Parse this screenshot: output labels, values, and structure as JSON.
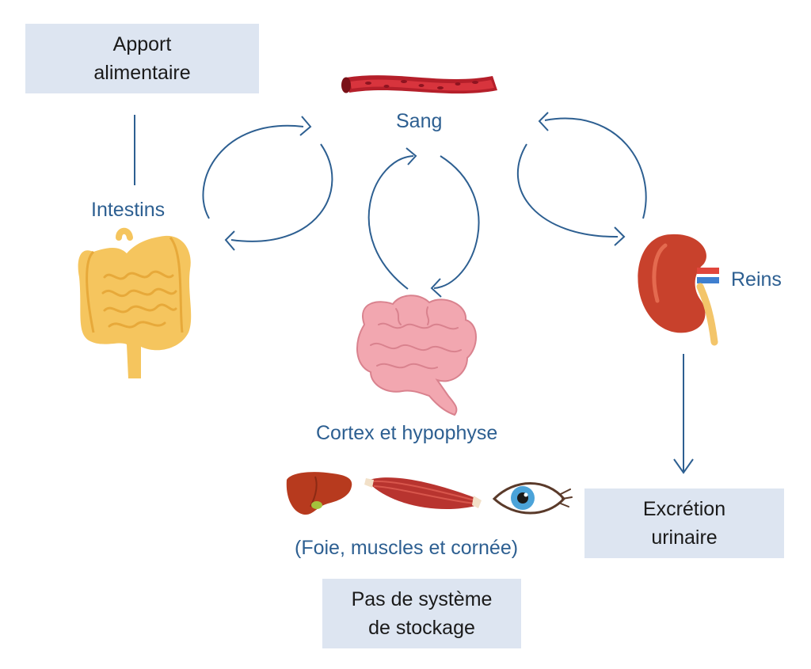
{
  "boxes": {
    "apport": {
      "line1": "Apport",
      "line2": "alimentaire"
    },
    "excretion": {
      "line1": "Excrétion",
      "line2": "urinaire"
    },
    "stockage": {
      "line1": "Pas de système",
      "line2": "de stockage"
    }
  },
  "labels": {
    "sang": "Sang",
    "intestins": "Intestins",
    "reins": "Reins",
    "cortex": "Cortex et hypophyse",
    "tissus": "(Foie, muscles et cornée)"
  },
  "colors": {
    "accent": "#2d5f91",
    "box_bg": "#dde5f1",
    "blood": "#b51f2a",
    "intestine": "#f5c55e",
    "kidney": "#c8412c",
    "brain": "#f2a7b0",
    "liver": "#b73a1e",
    "muscle": "#b8342f",
    "eye_iris": "#4ba3d9"
  },
  "icons": [
    "blood-vessel-icon",
    "intestine-icon",
    "kidney-icon",
    "brain-icon",
    "liver-icon",
    "muscle-icon",
    "eye-icon"
  ]
}
